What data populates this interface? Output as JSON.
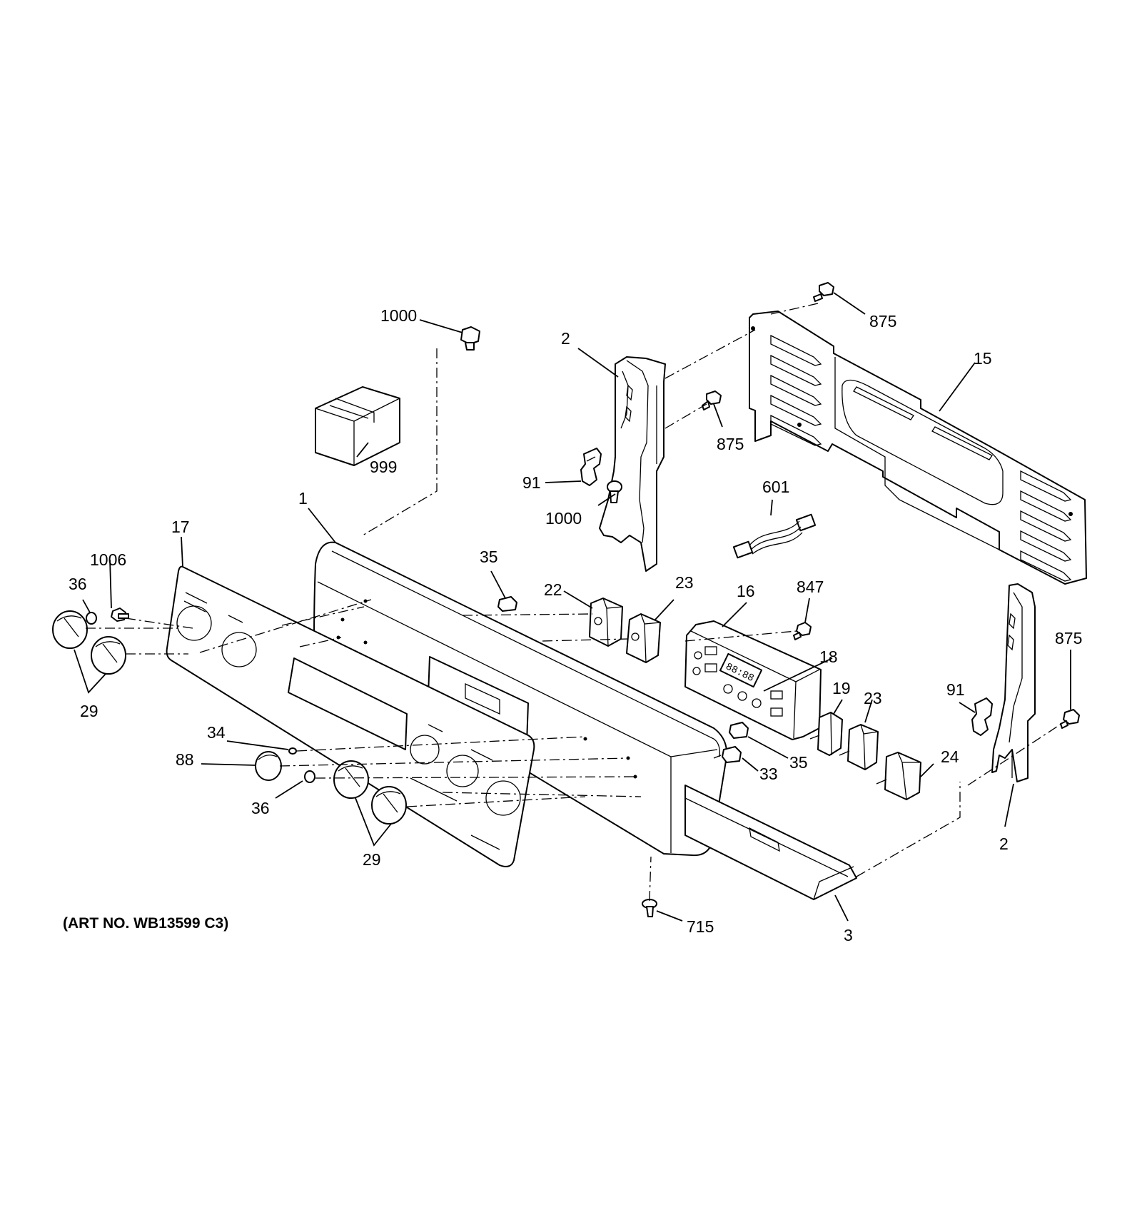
{
  "art_number": "(ART NO. WB13599 C3)",
  "callouts": {
    "c1000_top": "1000",
    "c999": "999",
    "c2_left": "2",
    "c91_left": "91",
    "c1000_mid": "1000",
    "c875_top": "875",
    "c875_mid": "875",
    "c15": "15",
    "c601": "601",
    "c1": "1",
    "c17": "17",
    "c1006": "1006",
    "c36_top": "36",
    "c29_left": "29",
    "c35_top": "35",
    "c22": "22",
    "c23_top": "23",
    "c16": "16",
    "c847": "847",
    "c18": "18",
    "c19": "19",
    "c23_bot": "23",
    "c91_right": "91",
    "c875_right": "875",
    "c34": "34",
    "c88": "88",
    "c36_bot": "36",
    "c29_bot": "29",
    "c35_bot": "35",
    "c33": "33",
    "c24": "24",
    "c2_right": "2",
    "c715": "715",
    "c3": "3"
  },
  "display_readout": "88:88"
}
